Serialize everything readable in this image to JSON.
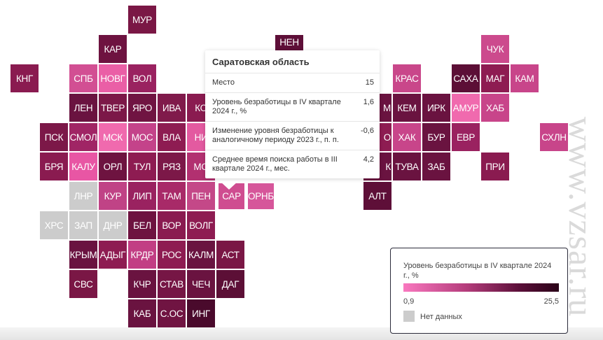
{
  "tiles": [
    {
      "label": "МУР",
      "color": "#7a1745"
    },
    {
      "label": "КАР",
      "color": "#6e1340"
    },
    {
      "label": "НЕН",
      "color": "#5e0f38"
    },
    {
      "label": "ЧУК",
      "color": "#cc4a8d"
    },
    {
      "label": "КНГ",
      "color": "#8a1b50"
    },
    {
      "label": "СПБ",
      "color": "#d24f93"
    },
    {
      "label": "НОВГ",
      "color": "#ea5fa6"
    },
    {
      "label": "ВОЛ",
      "color": "#9a2260"
    },
    {
      "label": "КРАС",
      "color": "#c9478a"
    },
    {
      "label": "САХА",
      "color": "#5c0f36"
    },
    {
      "label": "МАГ",
      "color": "#8e1c52"
    },
    {
      "label": "КАМ",
      "color": "#c8458a"
    },
    {
      "label": "ЛЕН",
      "color": "#6a1340"
    },
    {
      "label": "ТВЕР",
      "color": "#7c1848"
    },
    {
      "label": "ЯРО",
      "color": "#701442"
    },
    {
      "label": "ИВА",
      "color": "#801a4b"
    },
    {
      "label": "КО",
      "color": "#8a1b50"
    },
    {
      "label": "М",
      "color": "#6a1340"
    },
    {
      "label": "КЕМ",
      "color": "#6a1340"
    },
    {
      "label": "ИРК",
      "color": "#6a1340"
    },
    {
      "label": "АМУР",
      "color": "#f06aae"
    },
    {
      "label": "ХАБ",
      "color": "#c8458a"
    },
    {
      "label": "ПСК",
      "color": "#7c1848"
    },
    {
      "label": "СМОЛ",
      "color": "#a02565"
    },
    {
      "label": "МСК",
      "color": "#f06aae"
    },
    {
      "label": "МОС",
      "color": "#c4438a"
    },
    {
      "label": "ВЛА",
      "color": "#8e1c52"
    },
    {
      "label": "НИ",
      "color": "#e35aa0"
    },
    {
      "label": "О",
      "color": "#8e1c52"
    },
    {
      "label": "ХАК",
      "color": "#c8458a"
    },
    {
      "label": "БУР",
      "color": "#6a1340"
    },
    {
      "label": "ЕВР",
      "color": "#9a2260"
    },
    {
      "label": "СХЛН",
      "color": "#c8458a"
    },
    {
      "label": "БРЯ",
      "color": "#8a1b50"
    },
    {
      "label": "КАЛУ",
      "color": "#e856a4"
    },
    {
      "label": "ОРЛ",
      "color": "#6e1340"
    },
    {
      "label": "ТУЛ",
      "color": "#8e1c52"
    },
    {
      "label": "РЯЗ",
      "color": "#7c1848"
    },
    {
      "label": "МО",
      "color": "#b23070"
    },
    {
      "label": "К",
      "color": "#6a1340"
    },
    {
      "label": "ТУВА",
      "color": "#6a1340"
    },
    {
      "label": "ЗАБ",
      "color": "#6a1340"
    },
    {
      "label": "ПРИ",
      "color": "#8a1b50"
    },
    {
      "label": "ЛНР",
      "color": "#cccccc"
    },
    {
      "label": "КУР",
      "color": "#c04386"
    },
    {
      "label": "ЛИП",
      "color": "#9a2260"
    },
    {
      "label": "ТАМ",
      "color": "#a82a68"
    },
    {
      "label": "ПЕН",
      "color": "#c44888"
    },
    {
      "label": "САР",
      "color": "#cf4d90"
    },
    {
      "label": "ОРНБ",
      "color": "#d6569a"
    },
    {
      "label": "АЛТ",
      "color": "#5e0f38"
    },
    {
      "label": "ХРС",
      "color": "#cccccc"
    },
    {
      "label": "ЗАП",
      "color": "#cccccc"
    },
    {
      "label": "ДНР",
      "color": "#cccccc"
    },
    {
      "label": "БЕЛ",
      "color": "#6e1340"
    },
    {
      "label": "ВОР",
      "color": "#8a1b50"
    },
    {
      "label": "ВОЛГ",
      "color": "#8e1c52"
    },
    {
      "label": "КРЫМ",
      "color": "#6a1340"
    },
    {
      "label": "АДЫГ",
      "color": "#8e1c52"
    },
    {
      "label": "КРДР",
      "color": "#c23e84"
    },
    {
      "label": "РОС",
      "color": "#8e1c52"
    },
    {
      "label": "КАЛМ",
      "color": "#6a1340"
    },
    {
      "label": "АСТ",
      "color": "#7a1745"
    },
    {
      "label": "СВС",
      "color": "#7a1745"
    },
    {
      "label": "КЧР",
      "color": "#6a1340"
    },
    {
      "label": "СТАВ",
      "color": "#761645"
    },
    {
      "label": "ЧЕЧ",
      "color": "#6a1340"
    },
    {
      "label": "ДАГ",
      "color": "#5c0f36"
    },
    {
      "label": "КАБ",
      "color": "#6a1340"
    },
    {
      "label": "С.ОС",
      "color": "#701442"
    },
    {
      "label": "ИНГ",
      "color": "#4a0a2c"
    }
  ],
  "tooltip": {
    "title": "Саратовская область",
    "rows": [
      {
        "label": "Место",
        "value": "15"
      },
      {
        "label": "Уровень безработицы в IV квартале 2024 г., %",
        "value": "1,6"
      },
      {
        "label": "Изменение уровня безработицы к аналогичному периоду 2023 г., п. п.",
        "value": "-0,6"
      },
      {
        "label": "Среднее время поиска работы в III квартале 2024 г.,  мес.",
        "value": "4,2"
      }
    ]
  },
  "legend": {
    "title": "Уровень безработицы в IV квартале 2024 г., %",
    "min": "0,9",
    "max": "25,5",
    "no_data": "Нет данных",
    "min_color": "#f978bf",
    "max_color": "#2a0218",
    "no_data_color": "#cccccc"
  },
  "watermark": "www.vzsar.ru"
}
